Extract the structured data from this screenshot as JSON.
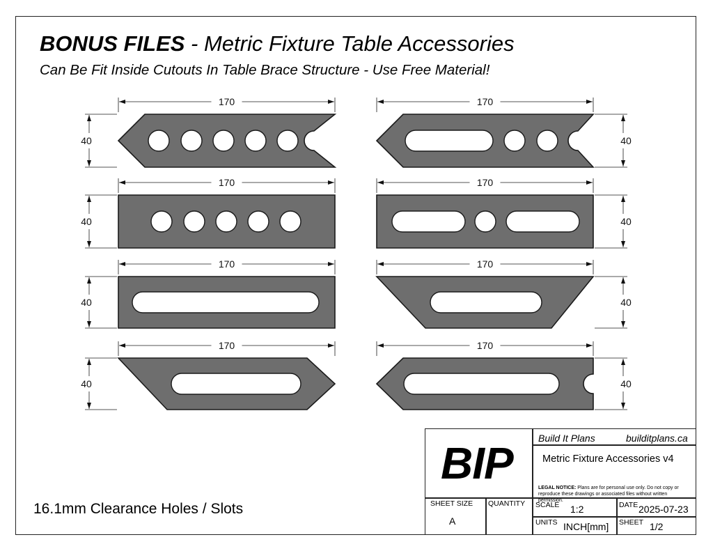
{
  "header": {
    "title_bold": "BONUS FILES",
    "title_rest": " - Metric Fixture Table Accessories",
    "subtitle": "Can Be Fit Inside Cutouts In Table Brace Structure - Use Free Material!"
  },
  "note": "16.1mm Clearance Holes / Slots",
  "parts": [
    {
      "id": "left-1",
      "width_label": "170",
      "height_label": "40",
      "shape": "double-point-notch",
      "features": "5 round holes"
    },
    {
      "id": "left-2",
      "width_label": "170",
      "height_label": "40",
      "shape": "rectangle",
      "features": "5 round holes"
    },
    {
      "id": "left-3",
      "width_label": "170",
      "height_label": "40",
      "shape": "rectangle",
      "features": "1 long slot"
    },
    {
      "id": "left-4",
      "width_label": "170",
      "height_label": "40",
      "shape": "parallelogram-point",
      "features": "1 slot"
    },
    {
      "id": "right-1",
      "width_label": "170",
      "height_label": "40",
      "shape": "double-point-notch",
      "features": "1 slot, 2 round holes"
    },
    {
      "id": "right-2",
      "width_label": "170",
      "height_label": "40",
      "shape": "rectangle",
      "features": "2 slots, 1 round hole"
    },
    {
      "id": "right-3",
      "width_label": "170",
      "height_label": "40",
      "shape": "trapezoid",
      "features": "1 slot"
    },
    {
      "id": "right-4",
      "width_label": "170",
      "height_label": "40",
      "shape": "double-point-notch",
      "features": "1 slot"
    }
  ],
  "title_block": {
    "logo": "BIP",
    "company": "Build It Plans",
    "website": "builditplans.ca",
    "drawing_title": "Metric Fixture Accessories v4",
    "legal_heading": "LEGAL NOTICE:",
    "legal_text": " Plans are for personal use only. Do not copy or reproduce these drawings or associated files without written permission.",
    "sheet_size_label": "SHEET SIZE",
    "sheet_size": "A",
    "quantity_label": "QUANTITY",
    "quantity": "",
    "scale_label": "SCALE",
    "scale": "1:2",
    "date_label": "DATE",
    "date": "2025-07-23",
    "units_label": "UNITS",
    "units": "INCH[mm]",
    "sheet_label": "SHEET",
    "sheet": "1/2"
  },
  "colors": {
    "part_fill": "#6e6e6e",
    "line": "#1a1a1a",
    "paper": "#ffffff"
  }
}
